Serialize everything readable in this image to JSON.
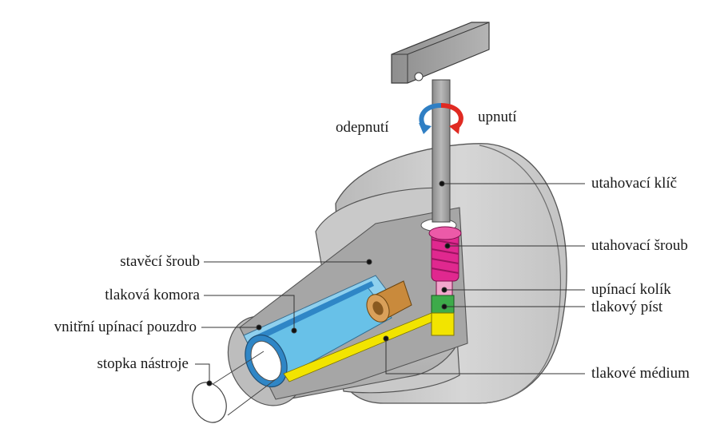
{
  "labels": {
    "odepnuti": "odepnutí",
    "upnuti": "upnutí",
    "utahovaci_klic": "utahovací klíč",
    "utahovaci_sroub": "utahovací šroub",
    "upinaci_kolik": "upínací kolík",
    "tlakovy_pist": "tlakový píst",
    "tlakove_medium": "tlakové médium",
    "staveci_sroub": "stavěcí šroub",
    "tlakova_komora": "tlaková komora",
    "vnitrni_upinaci_pouzdro": "vnitřní upínací pouzdro",
    "stopka_nastroje": "stopka nástroje"
  },
  "colors": {
    "body_gray": "#c8c8c8",
    "body_dark": "#9b9b9b",
    "cut_face": "#a9a9a9",
    "sleeve_blue": "#5fb8e0",
    "bore_blue": "#2f86c6",
    "pressure_yellow": "#f2e400",
    "screw_magenta": "#e0288f",
    "pin_pink": "#f2a6cc",
    "piston_green": "#3dab4a",
    "set_screw_bronze": "#c98a3c",
    "arrow_red": "#e02a22",
    "arrow_blue": "#2f7fc4",
    "leader": "#333333"
  },
  "icons": {
    "rotation": "rotate-both-icon",
    "key": "t-handle-wrench-icon"
  }
}
